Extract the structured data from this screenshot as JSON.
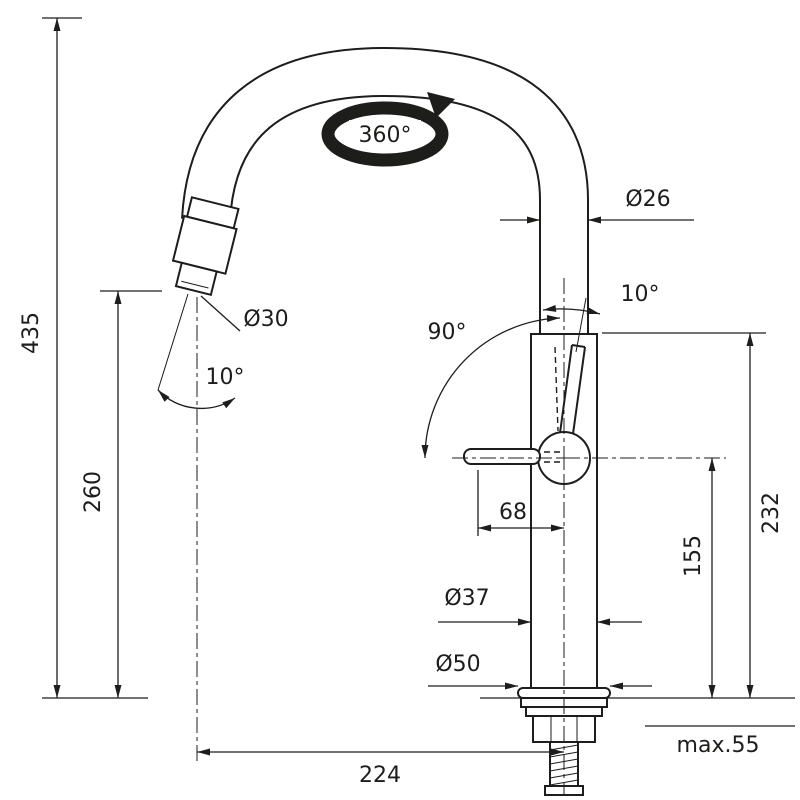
{
  "drawing": {
    "subject": "Kitchen faucet dimensioned technical drawing",
    "background_color": "#ffffff",
    "line_color": "#1d1d1b",
    "unit": "mm",
    "labels": {
      "swivel_range": "360°",
      "spout_tube_diameter": "Ø26",
      "spray_head_diameter": "Ø30",
      "spray_head_tilt": "10°",
      "handle_arc": "90°",
      "handle_tilt": "10°",
      "total_height": "435",
      "spout_outlet_height": "260",
      "handle_length": "68",
      "body_top_height": "232",
      "handle_axis_height": "155",
      "body_diameter": "Ø37",
      "base_diameter": "Ø50",
      "max_deck_thickness": "max.55",
      "spout_reach": "224"
    }
  }
}
